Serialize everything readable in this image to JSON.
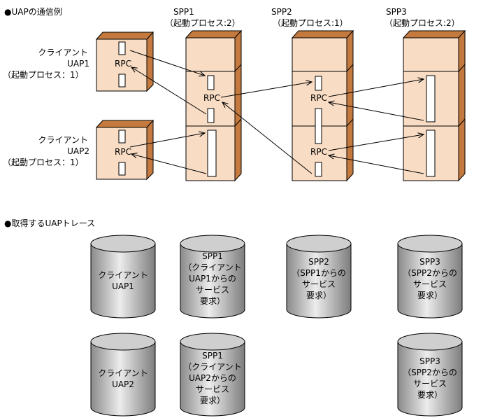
{
  "section1": {
    "title": "●UAPの通信例"
  },
  "section2": {
    "title": "●取得するUAPトレース"
  },
  "clients": [
    {
      "name": "クライアント",
      "uap": "UAP1",
      "proc": "（起動プロセス：1）"
    },
    {
      "name": "クライアント",
      "uap": "UAP2",
      "proc": "（起動プロセス：1）"
    }
  ],
  "servers": [
    {
      "name": "SPP1",
      "proc": "（起動プロセス:2）"
    },
    {
      "name": "SPP2",
      "proc": "（起動プロセス:1）"
    },
    {
      "name": "SPP3",
      "proc": "（起動プロセス:2）"
    }
  ],
  "rpc_label": "RPC",
  "traces": {
    "row1": [
      [
        "クライアント",
        "UAP1"
      ],
      [
        "SPP1",
        "（クライアント",
        "UAP1からの",
        "サービス",
        "要求）"
      ],
      [
        "SPP2",
        "（SPP1からの",
        "サービス",
        "要求）"
      ],
      [
        "SPP3",
        "（SPP2からの",
        "サービス",
        "要求）"
      ]
    ],
    "row2": [
      [
        "クライアント",
        "UAP2"
      ],
      [
        "SPP1",
        "（クライアント",
        "UAP2からの",
        "サービス",
        "要求）"
      ],
      [
        "SPP3",
        "（SPP2からの",
        "サービス",
        "要求）"
      ]
    ]
  },
  "colors": {
    "box_fill": "#f8dcc4",
    "box_side": "#c47a3e",
    "cyl_dark": "#7a7a7a",
    "cyl_light": "#e8e8e8"
  }
}
